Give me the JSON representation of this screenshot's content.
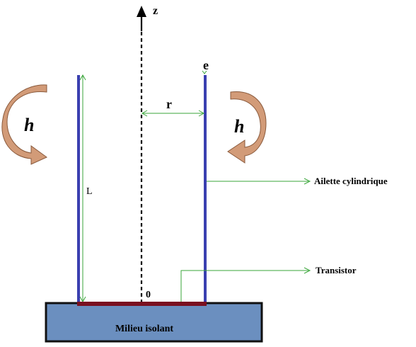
{
  "diagram": {
    "axis_label": "z",
    "thickness_label": "e",
    "radius_label": "r",
    "length_label": "L",
    "origin_label": "0",
    "h_label": "h",
    "fin_label": "Ailette cylindrique",
    "transistor_label": "Transistor",
    "base_label": "Milieu isolant"
  },
  "colors": {
    "fin_wall": "#3a3fb0",
    "transistor": "#7a1020",
    "base_fill": "#6b8fbf",
    "base_border": "#111111",
    "leader": "#3aa63a",
    "arrow_fill": "#d29b78",
    "arrow_stroke": "#8a5a3c"
  }
}
